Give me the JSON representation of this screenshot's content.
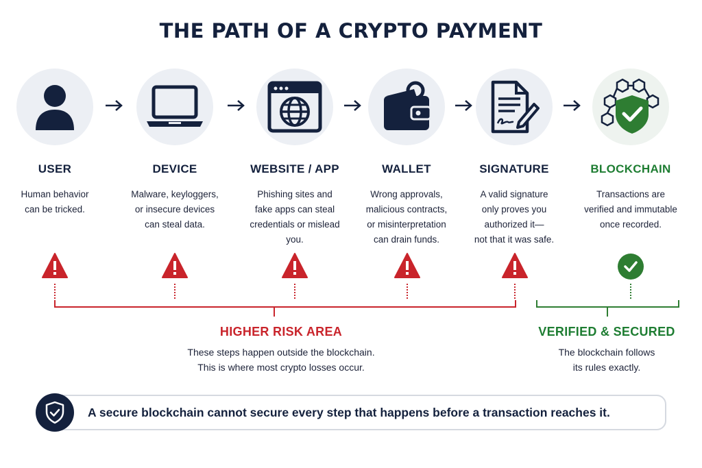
{
  "title": "THE PATH OF A CRYPTO PAYMENT",
  "steps": [
    {
      "name": "USER",
      "desc": "Human behavior\ncan be tricked.",
      "icon": "user-icon"
    },
    {
      "name": "DEVICE",
      "desc": "Malware, keyloggers,\nor insecure devices\ncan steal data.",
      "icon": "laptop-icon"
    },
    {
      "name": "WEBSITE / APP",
      "desc": "Phishing sites and\nfake apps can steal\ncredentials or mislead\nyou.",
      "icon": "browser-globe-icon"
    },
    {
      "name": "WALLET",
      "desc": "Wrong approvals,\nmalicious contracts,\nor misinterpretation\ncan drain funds.",
      "icon": "wallet-icon"
    },
    {
      "name": "SIGNATURE",
      "desc": "A valid signature\nonly proves you\nauthorized it—\nnot that it was safe.",
      "icon": "signed-document-icon"
    },
    {
      "name": "BLOCKCHAIN",
      "desc": "Transactions are\nverified and immutable\nonce recorded.",
      "icon": "blockchain-shield-icon"
    }
  ],
  "risk": {
    "title": "HIGHER RISK AREA",
    "text": "These steps happen outside the blockchain.\nThis is where most crypto losses occur."
  },
  "verified": {
    "title": "VERIFIED & SECURED",
    "text": "The blockchain follows\nits rules exactly."
  },
  "banner": {
    "text": "A secure blockchain cannot secure every step that happens before a transaction reaches it.",
    "icon": "shield-check-icon"
  },
  "colors": {
    "navy": "#14213d",
    "risk_red": "#c9242b",
    "secure_green": "#2e7d32",
    "circle_bg": "#eceff4"
  }
}
